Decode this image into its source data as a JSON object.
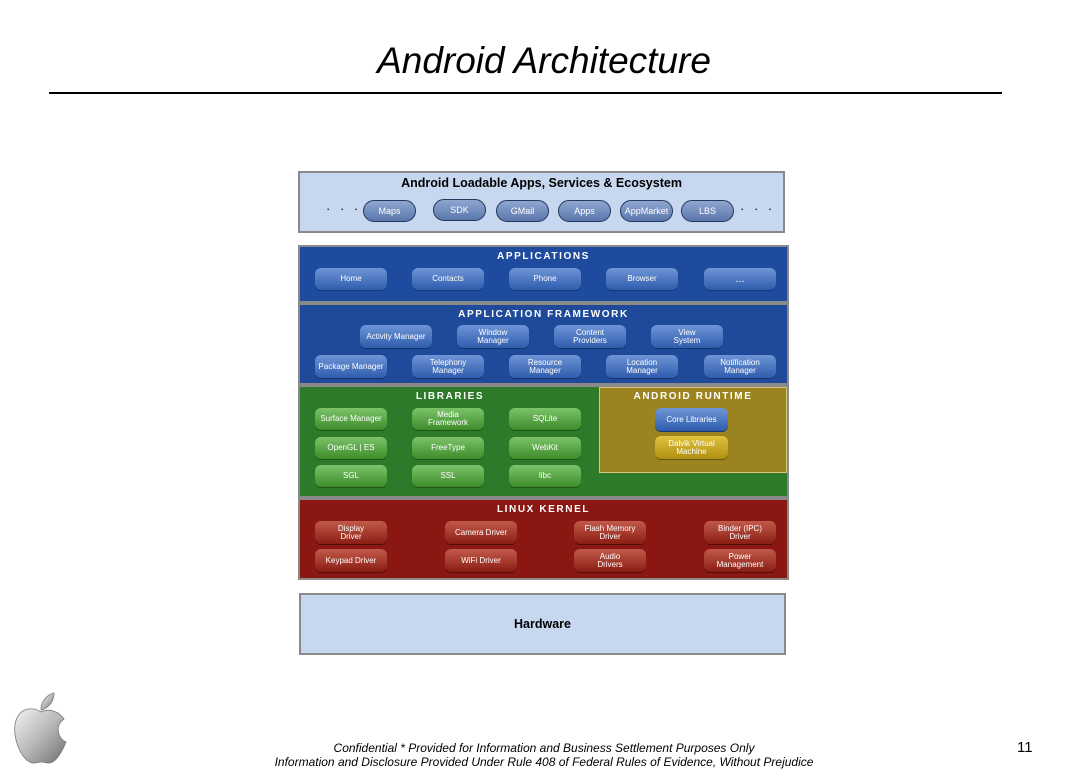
{
  "slide": {
    "title": "Android Architecture",
    "page_number": "11",
    "footer_line1": "Confidential * Provided for Information and Business Settlement Purposes Only",
    "footer_line2": "Information and Disclosure Provided Under Rule 408 of Federal Rules of Evidence, Without Prejudice"
  },
  "diagram": {
    "ecosystem": {
      "title": "Android Loadable Apps, Services & Ecosystem",
      "ellipsis": "· · ·",
      "items": [
        "Maps",
        "SDK",
        "GMail",
        "Apps",
        "AppMarket",
        "LBS"
      ]
    },
    "applications": {
      "title": "APPLICATIONS",
      "items": [
        "Home",
        "Contacts",
        "Phone",
        "Browser",
        "..."
      ]
    },
    "framework": {
      "title": "APPLICATION FRAMEWORK",
      "row1": [
        "Activity Manager",
        "Window\nManager",
        "Content\nProviders",
        "View\nSystem"
      ],
      "row2": [
        "Package Manager",
        "Telephony\nManager",
        "Resource\nManager",
        "Location\nManager",
        "Notification\nManager"
      ]
    },
    "libraries": {
      "title": "LIBRARIES",
      "items": [
        "Surface Manager",
        "Media\nFramework",
        "SQLite",
        "OpenGL | ES",
        "FreeType",
        "WebKit",
        "SGL",
        "SSL",
        "libc"
      ]
    },
    "runtime": {
      "title": "ANDROID RUNTIME",
      "core": "Core Libraries",
      "vm": "Dalvik Virtual\nMachine"
    },
    "kernel": {
      "title": "LINUX KERNEL",
      "items": [
        "Display\nDriver",
        "Camera Driver",
        "Flash Memory\nDriver",
        "Binder (IPC)\nDriver",
        "Keypad Driver",
        "WiFi Driver",
        "Audio\nDrivers",
        "Power\nManagement"
      ]
    },
    "hardware": {
      "label": "Hardware"
    }
  },
  "colors": {
    "ecosystem_bg": "#c6d7ef",
    "applications_bg": "#1f4b9e",
    "framework_bg": "#1e4a99",
    "libraries_bg": "#2c7a2a",
    "runtime_bg": "#9b8420",
    "kernel_bg": "#8a1712",
    "hardware_bg": "#c6d7ef"
  },
  "logo": "apple-logo-icon"
}
